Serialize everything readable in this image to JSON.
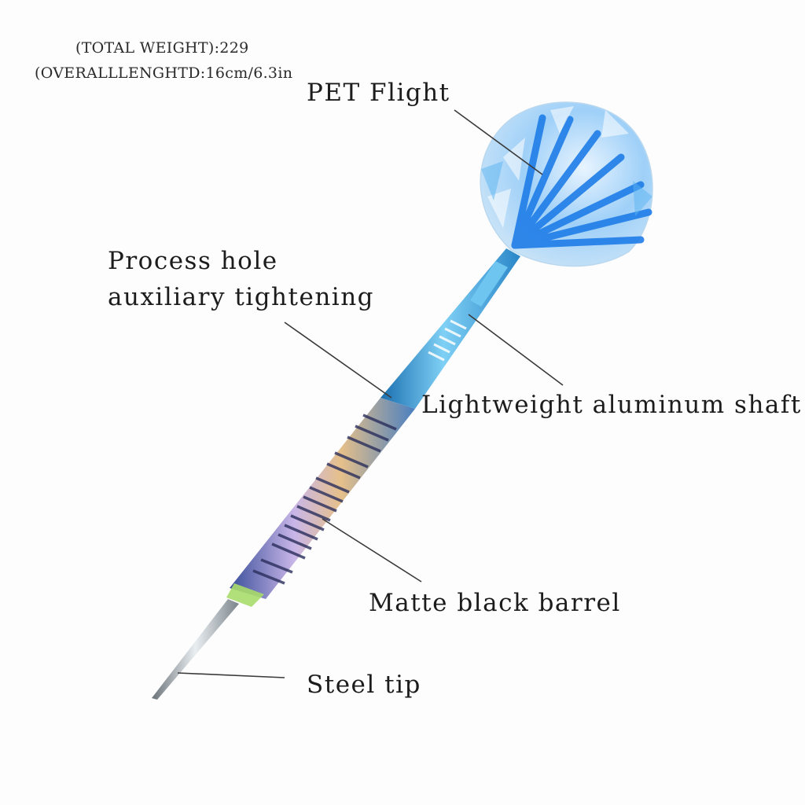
{
  "specs": {
    "total_weight": "(TOTAL WEIGHT):229",
    "overall_length": "(OVERALLLENGHTD:16cm/6.3in"
  },
  "callouts": {
    "flight": "PET Flight",
    "process_hole_line1": "Process hole",
    "process_hole_line2": "auxiliary tightening",
    "shaft": "Lightweight aluminum shaft",
    "barrel": "Matte black barrel",
    "tip": "Steel tip"
  },
  "colors": {
    "background": "#fdfdfd",
    "text": "#1c1c1c",
    "leader_line": "#3a3a3a",
    "shaft_blue": "#3fa9e0",
    "flight_blue": "#1f7de8",
    "tip_steel": "#9aa3aa"
  }
}
